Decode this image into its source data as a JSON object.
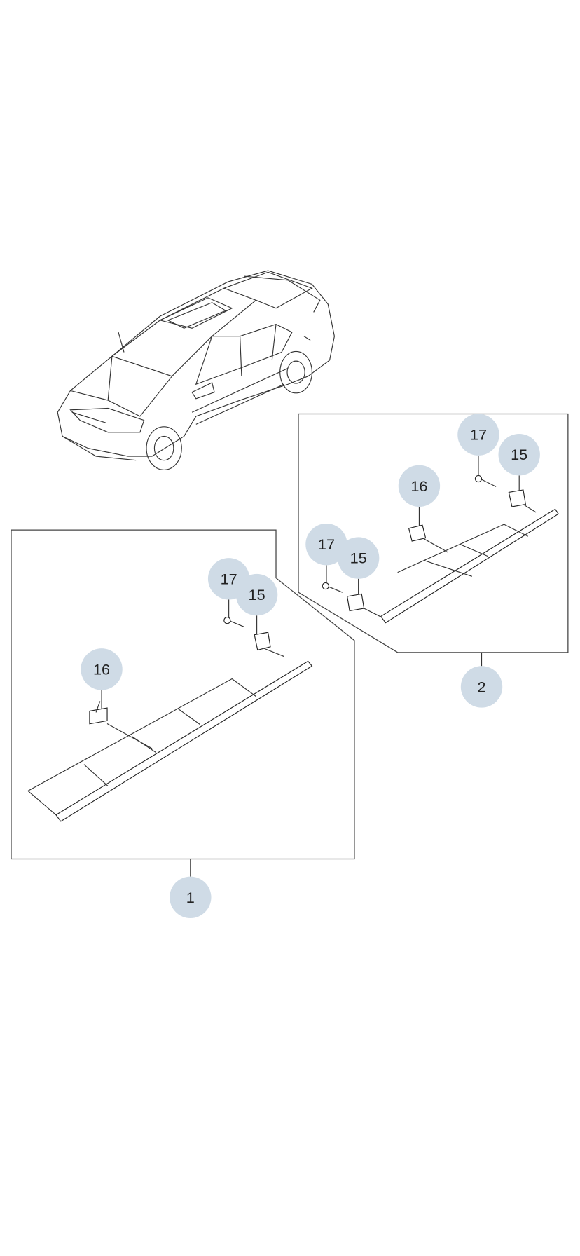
{
  "diagram": {
    "callout_color": "#cfdbe6",
    "assembly_1": {
      "label": "1",
      "parts": [
        {
          "label": "17"
        },
        {
          "label": "15"
        },
        {
          "label": "16"
        }
      ]
    },
    "assembly_2": {
      "label": "2",
      "parts": [
        {
          "label": "17"
        },
        {
          "label": "15"
        },
        {
          "label": "16"
        },
        {
          "label": "17"
        },
        {
          "label": "15"
        }
      ]
    }
  }
}
